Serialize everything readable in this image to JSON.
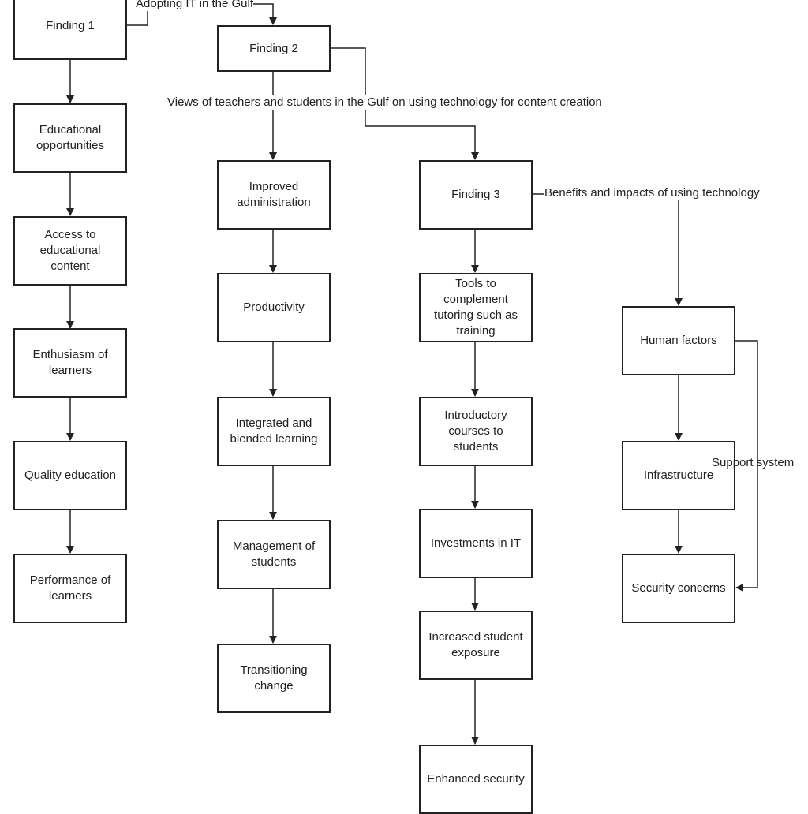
{
  "labels": {
    "adopting_it": "Adopting IT in the Gulf",
    "views": "Views of teachers and students in the Gulf on using technology for content creation",
    "benefits": "Benefits and impacts of using technology",
    "support_system": "Support system"
  },
  "column1": {
    "finding": "Finding 1",
    "items": [
      "Educational opportunities",
      "Access to educational content",
      "Enthusiasm of learners",
      "Quality education",
      "Performance of learners"
    ]
  },
  "column2": {
    "finding": "Finding 2",
    "items": [
      "Improved administration",
      "Productivity",
      "Integrated and blended learning",
      "Management of students",
      "Transitioning change"
    ]
  },
  "column3": {
    "finding": "Finding 3",
    "items": [
      "Tools to complement tutoring such as training",
      "Introductory courses to students",
      "Investments in IT",
      "Increased student exposure",
      "Enhanced security"
    ]
  },
  "column4": {
    "items": [
      "Human factors",
      "Infrastructure",
      "Security concerns"
    ]
  }
}
